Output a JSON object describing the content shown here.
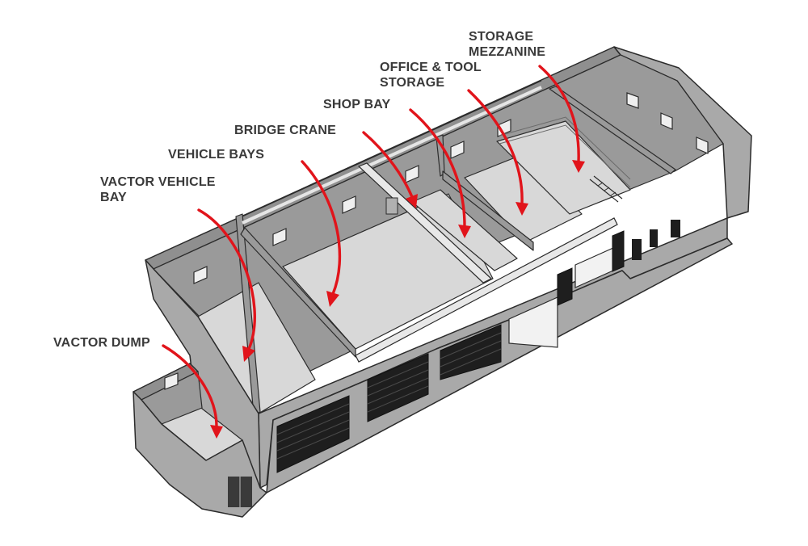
{
  "labels": {
    "storage_mezzanine_line1": "STORAGE",
    "storage_mezzanine_line2": "MEZZANINE",
    "office_tool_line1": "OFFICE & TOOL",
    "office_tool_line2": "STORAGE",
    "shop_bay": "SHOP BAY",
    "bridge_crane": "BRIDGE CRANE",
    "vehicle_bays": "VEHICLE BAYS",
    "vactor_vehicle_line1": "VACTOR VEHICLE",
    "vactor_vehicle_line2": "BAY",
    "vactor_dump": "VACTOR DUMP"
  },
  "colors": {
    "arrow": "#e1141b",
    "label_text": "#3a3a3a",
    "wall": "#a9a9a9",
    "floor": "#d8d8d8",
    "overhead_door": "#1e1e1e"
  }
}
